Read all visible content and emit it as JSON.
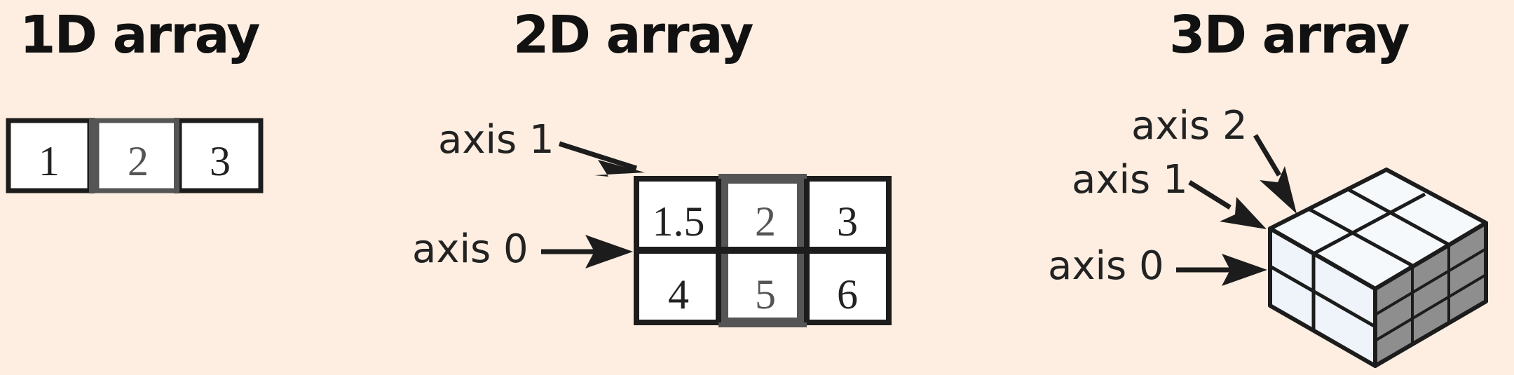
{
  "panels": [
    {
      "title": "1D array",
      "cells": [
        "1",
        "2",
        "3"
      ]
    },
    {
      "title": "2D array",
      "axis_labels": [
        "axis 1",
        "axis 0"
      ],
      "rows": [
        [
          "1.5",
          "2",
          "3"
        ],
        [
          "4",
          "5",
          "6"
        ]
      ]
    },
    {
      "title": "3D array",
      "axis_labels": [
        "axis 2",
        "axis 1",
        "axis 0"
      ]
    }
  ],
  "colors": {
    "background": "#fdeee1",
    "border": "#1c1c1c",
    "middle_column_border": "#555555",
    "cube_front_face": "#eef4fa",
    "cube_side_face": "#8e8e8e",
    "text": "#222222"
  }
}
